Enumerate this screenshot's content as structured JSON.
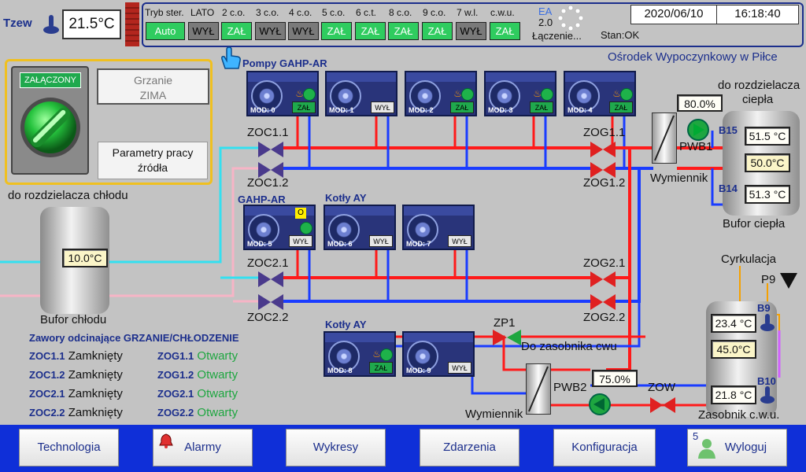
{
  "header": {
    "tzew_label": "Tzew",
    "tzew_value": "21.5°C",
    "mode_title": "Tryb ster.",
    "season": "LATO",
    "circuits": [
      "2 c.o.",
      "3 c.o.",
      "4 c.o.",
      "5 c.o.",
      "6 c.t.",
      "8 c.o.",
      "9 c.o.",
      "7 w.l.",
      "c.w.u."
    ],
    "mode_auto": "Auto",
    "mode_states": [
      "WYŁ",
      "ZAŁ",
      "WYŁ",
      "WYŁ",
      "ZAŁ",
      "ZAŁ",
      "ZAŁ",
      "ZAŁ",
      "WYŁ",
      "ZAŁ"
    ],
    "ea_label": "EA",
    "ea_version": "2.0",
    "connecting": "Łączenie...",
    "date": "2020/06/10",
    "time": "16:18:40",
    "status": "Stan:OK",
    "facility": "Ośrodek Wypoczynkowy w Piłce"
  },
  "left_panel": {
    "switch_label": "ZAŁĄCZONY",
    "heating_mode_line1": "Grzanie",
    "heating_mode_line2": "ZIMA",
    "params_button_line1": "Parametry pracy",
    "params_button_line2": "źródła"
  },
  "sections": {
    "gahp_ar_pumps": "Pompy GAHP-AR",
    "gahp_ar": "GAHP-AR",
    "kotly_ay_1": "Kotły AY",
    "kotly_ay_2": "Kotły AY"
  },
  "units": [
    {
      "mod": "MOD: 0",
      "state": "ZAŁ"
    },
    {
      "mod": "MOD: 1",
      "state": "WYŁ"
    },
    {
      "mod": "MOD: 2",
      "state": "ZAŁ"
    },
    {
      "mod": "MOD: 3",
      "state": "ZAŁ"
    },
    {
      "mod": "MOD: 4",
      "state": "ZAŁ"
    },
    {
      "mod": "MOD: 5",
      "state": "WYŁ",
      "badge": "O"
    },
    {
      "mod": "MOD: 6",
      "state": "WYŁ"
    },
    {
      "mod": "MOD: 7",
      "state": "WYŁ"
    },
    {
      "mod": "MOD: 8",
      "state": "ZAŁ"
    },
    {
      "mod": "MOD: 9",
      "state": "WYŁ"
    }
  ],
  "valves": {
    "zoc11": "ZOC1.1",
    "zoc12": "ZOC1.2",
    "zoc21": "ZOC2.1",
    "zoc22": "ZOC2.2",
    "zog11": "ZOG1.1",
    "zog12": "ZOG1.2",
    "zog21": "ZOG2.1",
    "zog22": "ZOG2.2",
    "zp1": "ZP1",
    "zow": "ZOW"
  },
  "labels": {
    "to_cold_dist": "do rozdzielacza chłodu",
    "cold_buffer": "Bufor chłodu",
    "cold_buffer_temp": "10.0°C",
    "to_heat_dist_1": "do rozdzielacza",
    "to_heat_dist_2": "ciepła",
    "heat_buffer": "Bufor ciepła",
    "exchanger_1": "Wymiennik",
    "exchanger_2": "Wymiennik",
    "pwb1": "PWB1",
    "pwb2": "PWB2",
    "pwb1_pct": "80.0%",
    "pwb2_pct": "75.0%",
    "b15": "B15",
    "b14": "B14",
    "b9": "B9",
    "b10": "B10",
    "b15_temp": "51.5 °C",
    "b15_set": "50.0°C",
    "b14_temp": "51.3 °C",
    "circulation": "Cyrkulacja",
    "p9": "P9",
    "dhw_temp_top": "23.4 °C",
    "dhw_set": "45.0°C",
    "dhw_temp_bottom": "21.8 °C",
    "dhw_tank": "Zasobnik c.w.u.",
    "to_dhw_tank": "Do zasobnika cwu"
  },
  "valve_status": {
    "title": "Zawory odcinające GRZANIE/CHŁODZENIE",
    "left": [
      {
        "name": "ZOC1.1",
        "state": "Zamknięty"
      },
      {
        "name": "ZOC1.2",
        "state": "Zamknięty"
      },
      {
        "name": "ZOC2.1",
        "state": "Zamknięty"
      },
      {
        "name": "ZOC2.2",
        "state": "Zamknięty"
      }
    ],
    "right": [
      {
        "name": "ZOG1.1",
        "state": "Otwarty"
      },
      {
        "name": "ZOG1.2",
        "state": "Otwarty"
      },
      {
        "name": "ZOG2.1",
        "state": "Otwarty"
      },
      {
        "name": "ZOG2.2",
        "state": "Otwarty"
      }
    ]
  },
  "nav": {
    "technology": "Technologia",
    "alarms": "Alarmy",
    "charts": "Wykresy",
    "events": "Zdarzenia",
    "config": "Konfiguracja",
    "logout": "Wyloguj",
    "user_level": "5"
  },
  "colors": {
    "hot": "#ff1a1a",
    "cold": "#1a3cff",
    "cyan": "#33e0f0",
    "pink": "#f7b4c6",
    "nav_bar": "#0f2fd8"
  }
}
